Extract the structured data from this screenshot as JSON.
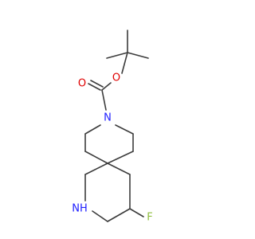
{
  "atoms": {
    "O_carbonyl": {
      "label": "O",
      "color": "#e00000"
    },
    "O_ester": {
      "label": "O",
      "color": "#e00000"
    },
    "N_ring": {
      "label": "N",
      "color": "#2020ff"
    },
    "NH": {
      "label": "NH",
      "color": "#2020ff"
    },
    "F": {
      "label": "F",
      "color": "#8fbf3f"
    }
  },
  "colors": {
    "bond": "#3c3c3c",
    "background": "#ffffff"
  }
}
